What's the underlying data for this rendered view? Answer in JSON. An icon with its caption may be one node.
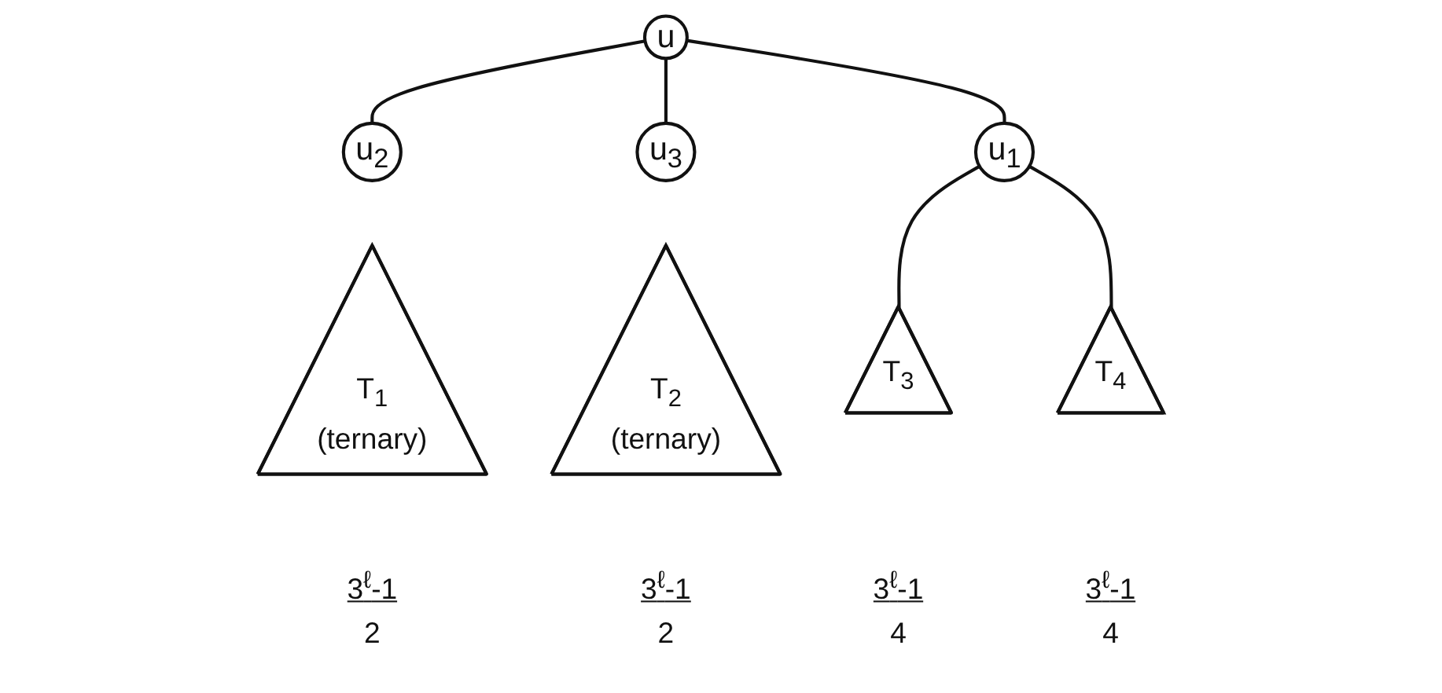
{
  "diagram": {
    "nodes": [
      {
        "text": [
          "u"
        ]
      },
      {
        "text": [
          "u$_{2}$"
        ]
      },
      {
        "text": [
          "u$_{3}$"
        ]
      },
      {
        "text": [
          "u$_{1}$"
        ]
      },
      {
        "text": [
          "T$_{1}$",
          "(ternary)"
        ],
        "beside": [
          "3$^{ℓ}$-1",
          "2"
        ]
      },
      {
        "text": [
          "T$_{2}$",
          "(ternary)"
        ],
        "beside": [
          "3$^{ℓ}$-1",
          "2"
        ]
      },
      {
        "text": [
          "T$_{3}$"
        ],
        "beside": [
          "3$^{ℓ}$-1",
          "4"
        ]
      },
      {
        "text": [
          "T$_{4}$"
        ],
        "beside": [
          "3$^{ℓ}$-1",
          "4"
        ]
      }
    ],
    "edges": [
      {
        "from": 0,
        "to": 1,
        "arrow": "none"
      },
      {
        "from": 0,
        "to": 2,
        "arrow": "none"
      },
      {
        "from": 0,
        "to": 3,
        "arrow": "none"
      },
      {
        "from": 3,
        "to": 6,
        "arrow": "none"
      },
      {
        "from": 3,
        "to": 7,
        "arrow": "none"
      }
    ]
  }
}
